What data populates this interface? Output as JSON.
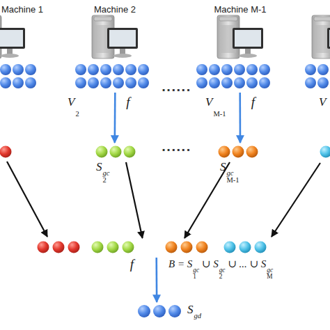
{
  "diagram": {
    "nodes": [
      {
        "text": [
          "Machine 1"
        ]
      },
      {
        "text": [
          "Machine 2"
        ]
      },
      {
        "text": [
          "Machine M-1"
        ]
      },
      {
        "text": [
          "V2"
        ]
      },
      {
        "text": [
          "VM-1"
        ]
      },
      {
        "text": [
          "S2gc"
        ]
      },
      {
        "text": [
          "SM-1gc"
        ]
      },
      {
        "text": [
          "B = S1gc ∪ S2gc ∪ ... ∪ SMgc"
        ]
      },
      {
        "text": [
          "Sgd"
        ]
      }
    ],
    "edges": [
      {
        "from": 3,
        "to": 5,
        "arrow": "to",
        "label": "f"
      },
      {
        "from": 4,
        "to": 6,
        "arrow": "to",
        "label": "f"
      },
      {
        "from": 5,
        "to": 7,
        "arrow": "to"
      },
      {
        "from": 6,
        "to": 7,
        "arrow": "to"
      },
      {
        "from": 7,
        "to": 8,
        "arrow": "to",
        "label": "f"
      }
    ],
    "labels": [
      "......",
      "......",
      "V"
    ]
  }
}
